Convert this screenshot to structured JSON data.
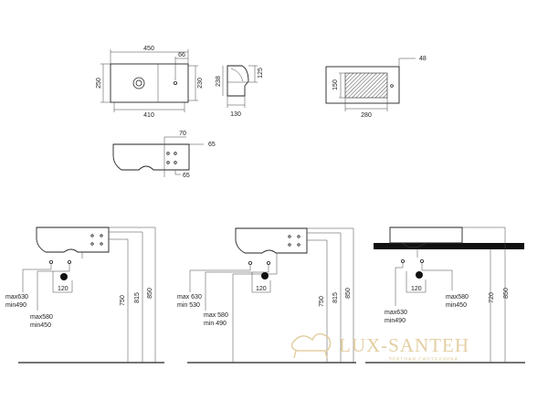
{
  "views": {
    "top": {
      "width": "450",
      "tap_offset": "66",
      "depth_left": "250",
      "depth_right": "230",
      "base": "410"
    },
    "side": {
      "height": "238",
      "offset": "125",
      "depth": "130"
    },
    "tray": {
      "ref": "48",
      "height": "150",
      "width": "280"
    },
    "front": {
      "top": "70",
      "right1": "65",
      "right2": "65"
    }
  },
  "installs": [
    {
      "trap": "120",
      "h1": "750",
      "h2": "815",
      "h3": "850",
      "drain_max": "max630",
      "drain_min": "min490",
      "supply_max": "max580",
      "supply_min": "min450"
    },
    {
      "trap": "120",
      "h1": "750",
      "h2": "815",
      "h3": "850",
      "drain_max": "max 630",
      "drain_min": "min 530",
      "supply_max": "max 580",
      "supply_min": "min 490"
    },
    {
      "trap": "120",
      "h1": "720",
      "h2": "850",
      "drain_max": "max630",
      "drain_min": "min490",
      "supply_max": "max580",
      "supply_min": "min450"
    }
  ],
  "watermark": {
    "brand": "LUX-SANTEH",
    "tagline": "ЭЛИТНАЯ САНТЕХНИКА"
  }
}
